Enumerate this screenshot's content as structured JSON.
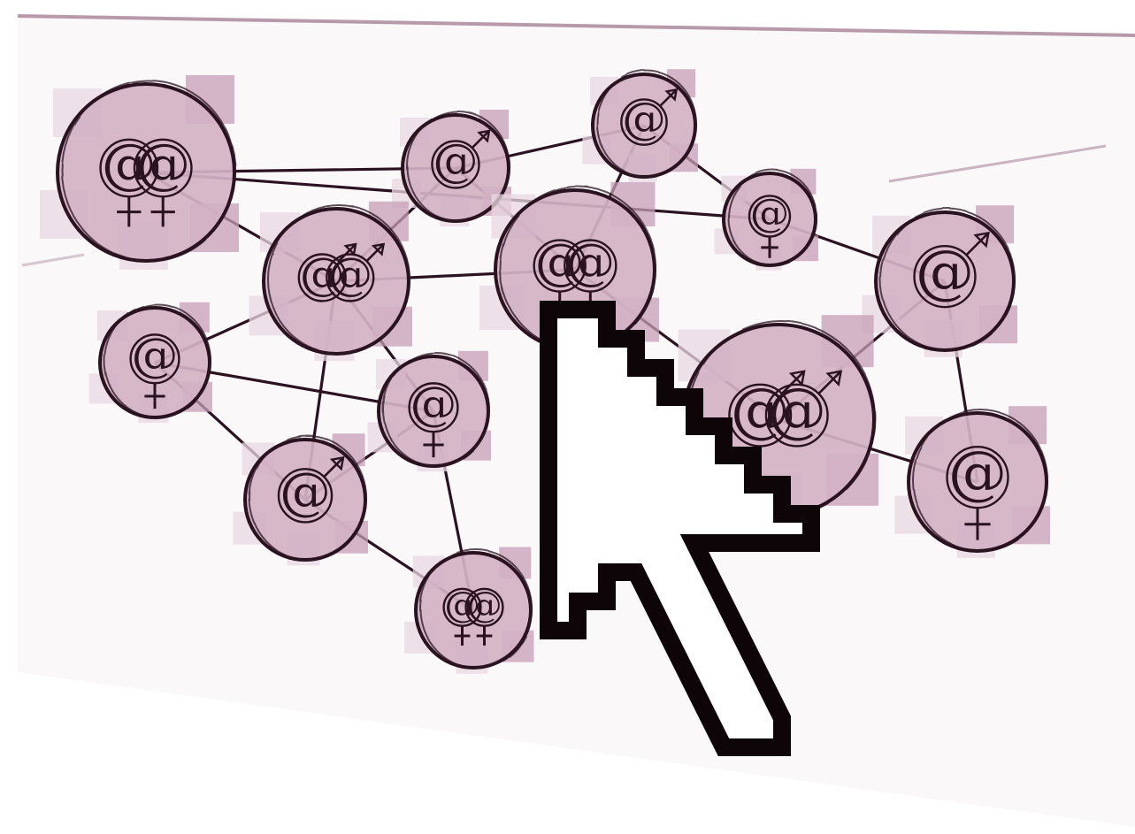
{
  "diagram": {
    "type": "social-network-sketch",
    "colors": {
      "paper": "#fbf8fa",
      "node_fill": "#d2b2c4",
      "node_fill_light": "#ead8e2",
      "pixel_block": "#c79fb6",
      "ink": "#2a1220",
      "cursor_fill": "#ffffff",
      "cursor_outline": "#0d0508"
    },
    "nodes": [
      {
        "id": "n1",
        "glyph": "@",
        "count": 2,
        "gender": "female"
      },
      {
        "id": "n2",
        "glyph": "@",
        "count": 1,
        "gender": "male"
      },
      {
        "id": "n3",
        "glyph": "@",
        "count": 1,
        "gender": "male"
      },
      {
        "id": "n4",
        "glyph": "@",
        "count": 1,
        "gender": "female"
      },
      {
        "id": "n5",
        "glyph": "@",
        "count": 2,
        "gender": "male"
      },
      {
        "id": "n6",
        "glyph": "@",
        "count": 2,
        "gender": "female"
      },
      {
        "id": "n7",
        "glyph": "@",
        "count": 1,
        "gender": "male"
      },
      {
        "id": "n8",
        "glyph": "@",
        "count": 1,
        "gender": "female"
      },
      {
        "id": "n9",
        "glyph": "@",
        "count": 1,
        "gender": "female"
      },
      {
        "id": "n10",
        "glyph": "@",
        "count": 2,
        "gender": "male"
      },
      {
        "id": "n11",
        "glyph": "@",
        "count": 1,
        "gender": "male"
      },
      {
        "id": "n12",
        "glyph": "@",
        "count": 1,
        "gender": "female"
      },
      {
        "id": "n13",
        "glyph": "@",
        "count": 2,
        "gender": "female"
      }
    ],
    "edges": [
      [
        "n1",
        "n2"
      ],
      [
        "n1",
        "n4"
      ],
      [
        "n1",
        "n5"
      ],
      [
        "n2",
        "n3"
      ],
      [
        "n2",
        "n5"
      ],
      [
        "n2",
        "n6"
      ],
      [
        "n3",
        "n4"
      ],
      [
        "n3",
        "n6"
      ],
      [
        "n4",
        "n7"
      ],
      [
        "n5",
        "n6"
      ],
      [
        "n5",
        "n8"
      ],
      [
        "n5",
        "n9"
      ],
      [
        "n5",
        "n11"
      ],
      [
        "n9",
        "n8"
      ],
      [
        "n9",
        "n11"
      ],
      [
        "n9",
        "n13"
      ],
      [
        "n11",
        "n13"
      ],
      [
        "n6",
        "n10"
      ],
      [
        "n7",
        "n10"
      ],
      [
        "n7",
        "n12"
      ],
      [
        "n10",
        "n12"
      ],
      [
        "n8",
        "n11"
      ]
    ],
    "cursor": {
      "icon": "arrow-cursor-icon",
      "style": "pixelated"
    }
  }
}
